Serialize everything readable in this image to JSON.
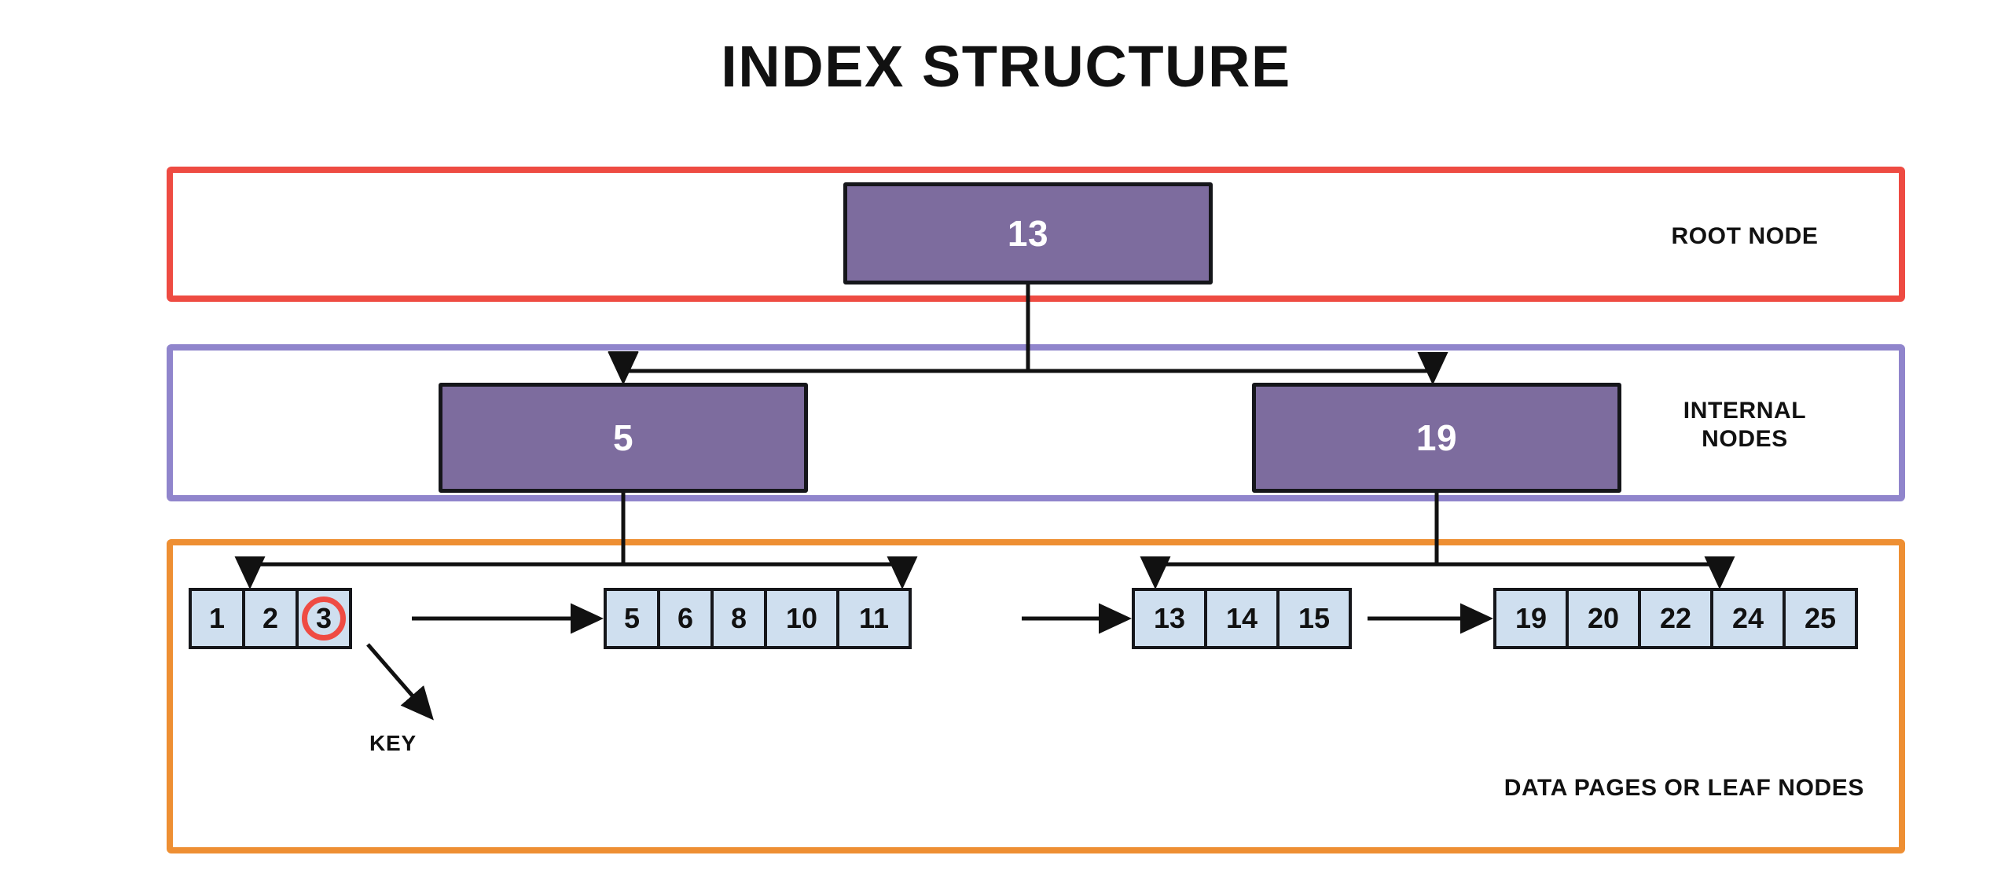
{
  "title": "INDEX STRUCTURE",
  "colors": {
    "root_band_border": "#ee4b42",
    "internal_band_border": "#9085cc",
    "leaf_band_border": "#ee8f33",
    "index_node_fill": "#7d6c9e",
    "index_node_text": "#ffffff",
    "leaf_cell_fill": "#cfdfef",
    "leaf_cell_text": "#111111",
    "key_highlight": "#ef4b43",
    "connector": "#111111",
    "background": "#ffffff"
  },
  "bands": {
    "root": {
      "label": "ROOT NODE"
    },
    "internal": {
      "label": "INTERNAL\nNODES"
    },
    "leaf": {
      "label": "DATA PAGES OR LEAF NODES"
    }
  },
  "tree": {
    "root": {
      "value": "13"
    },
    "internal": [
      {
        "value": "5"
      },
      {
        "value": "19"
      }
    ],
    "leaf_groups": [
      {
        "cells": [
          "1",
          "2",
          "3"
        ],
        "highlight_index": 2
      },
      {
        "cells": [
          "5",
          "6",
          "8",
          "10",
          "11"
        ],
        "highlight_index": -1
      },
      {
        "cells": [
          "13",
          "14",
          "15"
        ],
        "highlight_index": -1
      },
      {
        "cells": [
          "19",
          "20",
          "22",
          "24",
          "25"
        ],
        "highlight_index": -1
      }
    ]
  },
  "annotations": {
    "key_label": "KEY"
  },
  "chart_data": {
    "type": "diagram",
    "title": "INDEX STRUCTURE",
    "description": "B-tree index structure with three levels: root node, internal nodes, and leaf nodes / data pages.",
    "levels": [
      {
        "name": "ROOT NODE",
        "nodes": [
          "13"
        ]
      },
      {
        "name": "INTERNAL NODES",
        "nodes": [
          "5",
          "19"
        ]
      },
      {
        "name": "DATA PAGES OR LEAF NODES",
        "nodes": [
          "1 2 3",
          "5 6 8 10 11",
          "13 14 15",
          "19 20 22 24 25"
        ]
      }
    ],
    "edges": [
      {
        "from": "13",
        "to": "5"
      },
      {
        "from": "13",
        "to": "19"
      },
      {
        "from": "5",
        "to": "1 2 3"
      },
      {
        "from": "5",
        "to": "5 6 8 10 11"
      },
      {
        "from": "19",
        "to": "13 14 15"
      },
      {
        "from": "19",
        "to": "19 20 22 24 25"
      },
      {
        "from": "1 2 3",
        "to": "5 6 8 10 11",
        "kind": "sibling"
      },
      {
        "from": "5 6 8 10 11",
        "to": "13 14 15",
        "kind": "sibling"
      },
      {
        "from": "13 14 15",
        "to": "19 20 22 24 25",
        "kind": "sibling"
      }
    ],
    "annotations": [
      {
        "text": "KEY",
        "points_to": "3"
      }
    ]
  }
}
